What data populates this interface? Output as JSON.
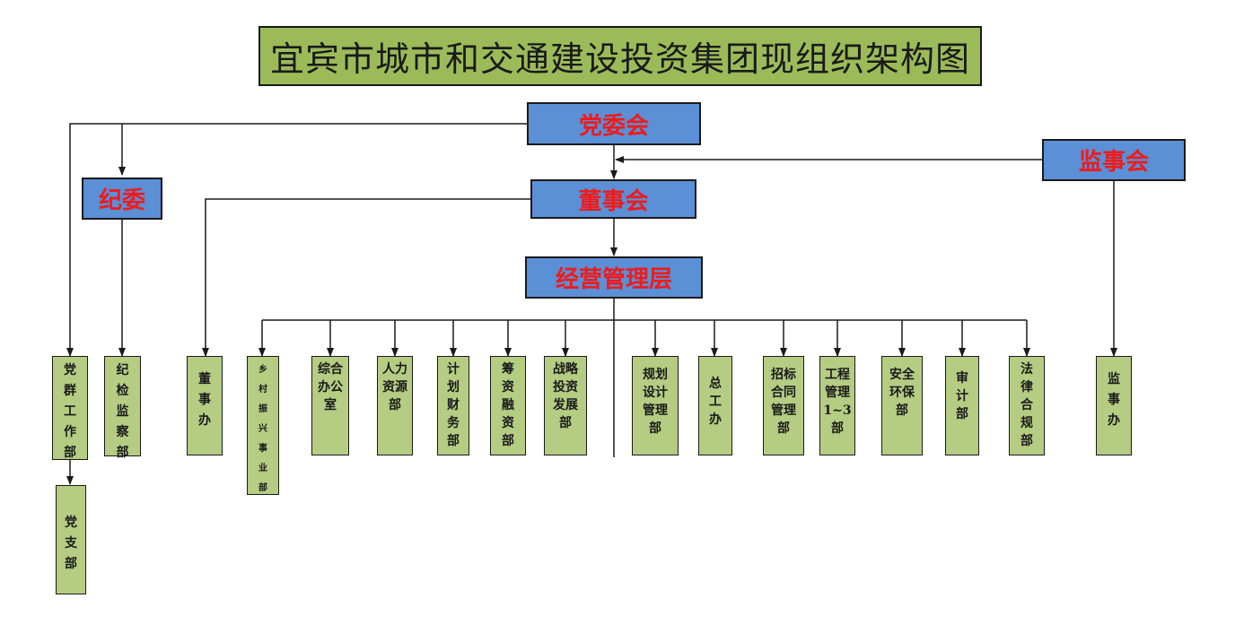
{
  "title": "宜宾市城市和交通建设投资集团现组织架构图",
  "colors": {
    "title_bg": "#9bbb59",
    "top_box_bg": "#5b8fd6",
    "top_box_text": "#ee1b1b",
    "dept_bg": "#b5cc83"
  },
  "top": {
    "party_committee": "党委会",
    "discipline_committee": "纪委",
    "board": "董事会",
    "supervisory_board": "监事会",
    "management": "经营管理层"
  },
  "departments": {
    "party_mass_work": "党\n群\n工\n作\n部",
    "party_branch": "党\n支\n部",
    "discipline_inspection": "纪\n检\n监\n察\n部",
    "board_office": "董\n事\n办",
    "rural_revitalization": "乡\n村\n振\n兴\n事\n业\n部",
    "general_office": "综合\n办公\n室",
    "human_resources": "人力\n资源\n部",
    "planning_finance": "计\n划\n财\n务\n部",
    "fundraising": "筹\n资\n融\n资\n部",
    "strategic_investment": "战略\n投资\n发展\n部",
    "planning_design": "规划\n设计\n管理\n部",
    "chief_engineer": "总\n工\n办",
    "bidding_contract": "招标\n合同\n管理\n部",
    "engineering_mgmt": "工程\n管理\n1~3\n部",
    "safety_env": "安全\n环保\n部",
    "audit": "审\n计\n部",
    "legal_compliance": "法\n律\n合\n规\n部",
    "supervisory_office": "监\n事\n办"
  }
}
